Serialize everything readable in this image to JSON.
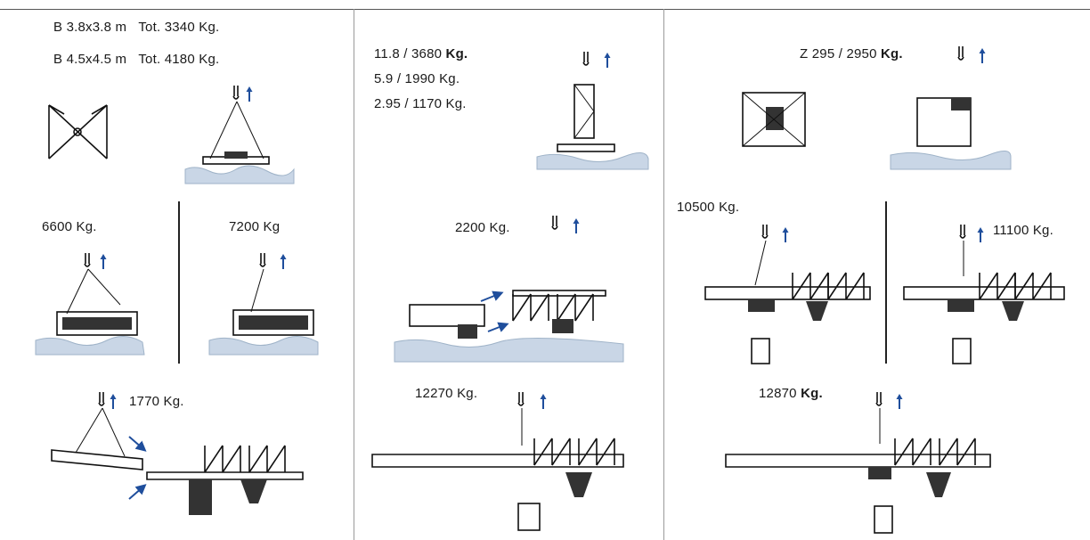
{
  "colors": {
    "accent": "#1f4e9c",
    "line": "#1a1a1a",
    "ground": "#c9d6e6"
  },
  "panel1": {
    "base1_label": "B 3.8x3.8 m",
    "base1_weight": "Tot. 3340 Kg.",
    "base2_label": "B 4.5x4.5 m",
    "base2_weight": "Tot. 4180 Kg.",
    "chassis_weight_a": "6600 Kg.",
    "chassis_weight_b": "7200 Kg",
    "jib_weight": "1770 Kg."
  },
  "panel2": {
    "mast1": "11.8 / 3680",
    "mast1_unit": "Kg.",
    "mast2": "5.9  / 1990 Kg.",
    "mast3": "2.95 /  1170 Kg.",
    "jib_weight": "2200 Kg.",
    "assembly_weight": "12270 Kg."
  },
  "panel3": {
    "z_label": "Z 295 / 2950",
    "z_unit": "Kg.",
    "weight_a": "10500 Kg.",
    "weight_b": "11100 Kg.",
    "assembly_weight": "12870",
    "assembly_unit": "Kg."
  }
}
